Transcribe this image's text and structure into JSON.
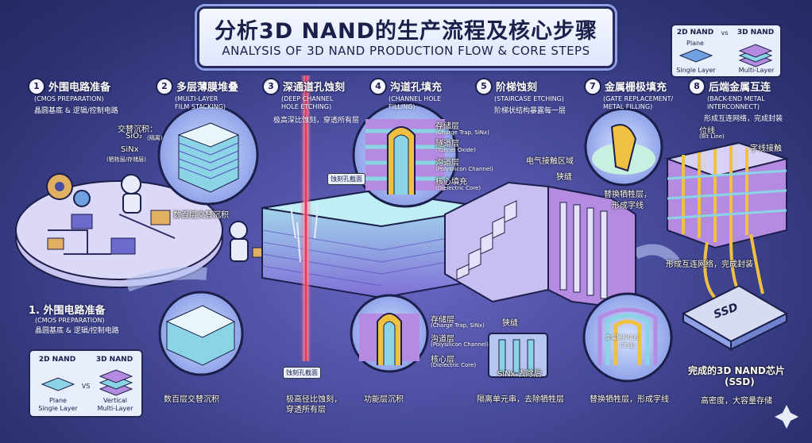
{
  "title": {
    "cn": "分析3D NAND的生产流程及核心步骤",
    "en": "ANALYSIS OF 3D NAND PRODUCTION FLOW & CORE STEPS"
  },
  "legend_top": {
    "a": "2D NAND",
    "vs": "vs",
    "b": "3D NAND",
    "a_desc": "Plane",
    "a_desc2": "Single Layer",
    "b_desc": "Multi-Layer"
  },
  "legend_bottom": {
    "a": "2D NAND",
    "vs": "VS",
    "b": "3D NAND",
    "a_desc1": "Plane",
    "a_desc2": "Single Layer",
    "b_desc1": "Vertical",
    "b_desc2": "Multi-Layer"
  },
  "steps": [
    {
      "num": "1",
      "cn": "外围电路准备",
      "en1": "(CMOS PREPARATION)",
      "en2": "",
      "desc": "晶圆基底 & 逻辑/控制电路"
    },
    {
      "num": "2",
      "cn": "多层薄膜堆叠",
      "en1": "(MULTI-LAYER",
      "en2": "FILM STACKING)",
      "desc": ""
    },
    {
      "num": "3",
      "cn": "深通道孔蚀刻",
      "en1": "(DEEP CHANNEL",
      "en2": "HOLE ETCHING)",
      "desc": "极高深比蚀刻，穿透所有层"
    },
    {
      "num": "4",
      "cn": "沟道孔填充",
      "en1": "(CHANNEL HOLE",
      "en2": "FILLING)",
      "desc": ""
    },
    {
      "num": "5",
      "cn": "阶梯蚀刻",
      "en1": "(STAIRCASE ETCHING)",
      "en2": "",
      "desc": "阶梯状结构暴露每一层"
    },
    {
      "num": "7",
      "cn": "金属栅极填充",
      "en1": "(GATE REPLACEMENT/",
      "en2": "METAL FILLING)",
      "desc": ""
    },
    {
      "num": "8",
      "cn": "后端金属互连",
      "en1": "(BACK-END METAL",
      "en2": "INTERCONNECT)",
      "desc": "形成互连网络，完成封装"
    }
  ],
  "step1_repeat": {
    "cn": "1. 外围电路准备",
    "en": "(CMOS PREPARATION)",
    "desc": "晶圆基底 & 逻辑/控制电路"
  },
  "labels": {
    "alt_dep": "交替沉积：",
    "sio2": "SiO₂",
    "sio2_note": "(隔离)",
    "sinx": "SiNx",
    "sinx_note": "(牺牲层/存储层)",
    "hundreds": "数百层交替沉积",
    "hundreds2": "数百层交替沉积",
    "etch_section": "蚀刻孔截面",
    "etch_section2": "蚀刻孔截面",
    "etch_bottom": "极高径比蚀刻，",
    "etch_bottom2": "穿透所有层",
    "storage": "存储层",
    "storage_en": "(Charge Trap, SiNx)",
    "tunnel": "隧道层",
    "tunnel_en": "(Tunnel Oxide)",
    "channel": "沟道层",
    "channel_en": "(Polysilicon Channel)",
    "core": "核心填充",
    "core_en": "(Dielectric Core)",
    "storage_b": "存储层",
    "storage_b_en": "(Charge Trap, SiNx)",
    "channel_b": "沟道层",
    "channel_b_en": "(Polysilicon Channel)",
    "core_b": "核心层",
    "core_b_en": "(Dielectric Core)",
    "func_dep": "功能层沉积",
    "contact_area": "电气接触区域",
    "slit": "狭缝",
    "slit2": "狭缝",
    "sinx_removed": "SiNx 去除后",
    "isolate": "隔离单元串，去除牺牲层",
    "replace": "替换牺牲层，",
    "replace2": "形成字线",
    "replace_b": "替换牺牲层，形成字线",
    "metal_fill": "金属栅极填充",
    "metal_fill2": "(字线)",
    "bitline": "位线",
    "bitline_en": "(Bit Line)",
    "wordline_contact": "字线接触",
    "interconnect": "形成互连网络，完成封装",
    "ssd": "SSD",
    "finished": "完成的3D NAND芯片",
    "finished2": "(SSD)",
    "density": "高密度，大容量存储"
  },
  "colors": {
    "bg": "#4a4d9e",
    "stack_a": "#8ad4e6",
    "stack_b": "#b48be0",
    "metal": "#f0c040",
    "laser": "#ff3355"
  }
}
